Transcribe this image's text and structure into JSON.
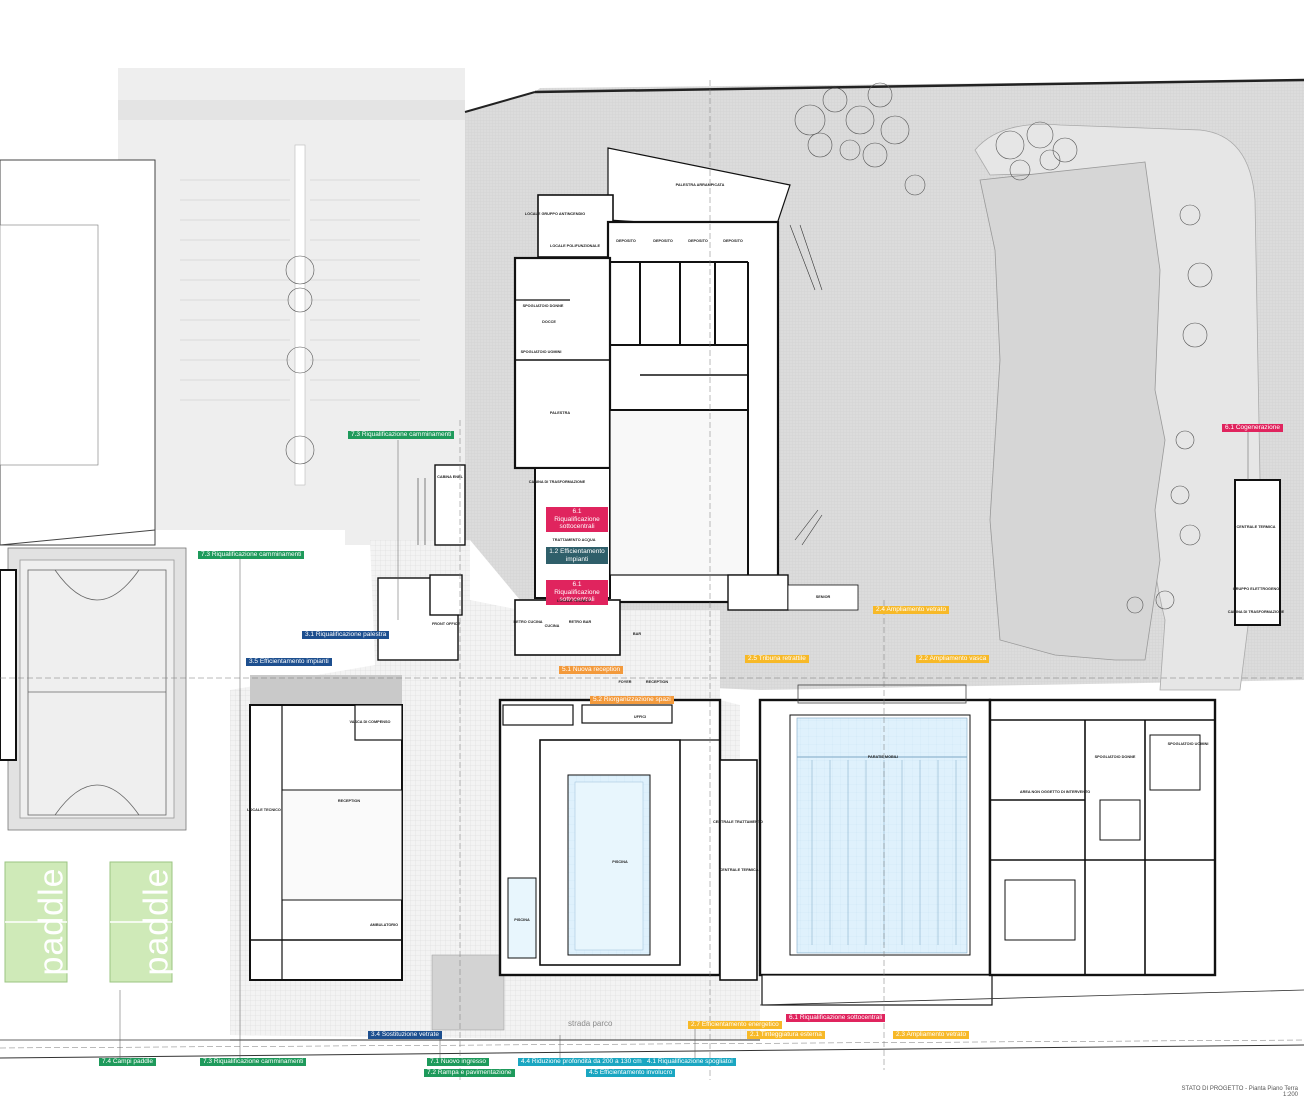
{
  "colors": {
    "green": "#1e9a5b",
    "blue": "#1d4f8f",
    "orange": "#f39a3c",
    "yellow": "#f7b928",
    "magenta": "#e0245e",
    "teal": "#2f5f6a",
    "cyan": "#1aa6c1",
    "pool": "#d9eefb",
    "paddle": "#cfeab8",
    "lot": "#ececec",
    "park": "#d8d8d8"
  },
  "interventions": [
    {
      "id": "7.3a",
      "label": "7.3 Riqualificazione camminamenti",
      "color": "green"
    },
    {
      "id": "7.3b",
      "label": "7.3 Riqualificazione camminamenti",
      "color": "green"
    },
    {
      "id": "3.1",
      "label": "3.1 Riqualificazione palestra",
      "color": "blue"
    },
    {
      "id": "3.5",
      "label": "3.5 Efficientamento impianti",
      "color": "blue"
    },
    {
      "id": "6.1a",
      "label": "6.1 Riqualificazione sottocentrali",
      "color": "magenta"
    },
    {
      "id": "1.2",
      "label": "1.2 Efficientamento impianti",
      "color": "teal"
    },
    {
      "id": "6.1b",
      "label": "6.1 Riqualificazione sottocentrali",
      "color": "magenta"
    },
    {
      "id": "5.1",
      "label": "5.1 Nuova reception",
      "color": "orange"
    },
    {
      "id": "5.2",
      "label": "5.2 Riorganizzazione spazi",
      "color": "orange"
    },
    {
      "id": "2.5",
      "label": "2.5 Tribuna retrattile",
      "color": "yellow"
    },
    {
      "id": "2.4",
      "label": "2.4 Ampliamento vetrato",
      "color": "yellow"
    },
    {
      "id": "2.2",
      "label": "2.2 Ampliamento vasca",
      "color": "yellow"
    },
    {
      "id": "6.1c",
      "label": "6.1 Cogenerazione",
      "color": "magenta"
    },
    {
      "id": "3.4",
      "label": "3.4 Sostituzione vetrate",
      "color": "blue"
    },
    {
      "id": "2.7",
      "label": "2.7 Efficientamento energetico",
      "color": "yellow"
    },
    {
      "id": "2.1",
      "label": "2.1 Tinteggiatura esterna",
      "color": "yellow"
    },
    {
      "id": "6.1d",
      "label": "6.1 Riqualificazione sottocentrali",
      "color": "magenta"
    },
    {
      "id": "2.3",
      "label": "2.3 Ampliamento vetrato",
      "color": "yellow"
    },
    {
      "id": "7.4",
      "label": "7.4 Campi paddle",
      "color": "green"
    },
    {
      "id": "7.3c",
      "label": "7.3 Riqualificazione camminamenti",
      "color": "green"
    },
    {
      "id": "7.1",
      "label": "7.1 Nuovo ingresso",
      "color": "green"
    },
    {
      "id": "7.2",
      "label": "7.2 Rampa e pavimentazione",
      "color": "green"
    },
    {
      "id": "4.4",
      "label": "4.4 Riduzione profondità da 200 a 130 cm",
      "color": "cyan"
    },
    {
      "id": "4.5",
      "label": "4.5 Efficientamento involucro",
      "color": "cyan"
    },
    {
      "id": "4.1",
      "label": "4.1 Riqualificazione spogliatoi",
      "color": "cyan"
    }
  ],
  "rooms": [
    {
      "id": "r1",
      "label": "PALESTRA ARRAMPICATA"
    },
    {
      "id": "r2",
      "label": "LOCALE GRUPPO ANTINCENDIO"
    },
    {
      "id": "r3",
      "label": "LOCALE POLIFUNZIONALE"
    },
    {
      "id": "r4",
      "label": "DEPOSITO"
    },
    {
      "id": "r5",
      "label": "DEPOSITO"
    },
    {
      "id": "r6",
      "label": "DEPOSITO"
    },
    {
      "id": "r7",
      "label": "DEPOSITO"
    },
    {
      "id": "r8",
      "label": "SPOGLIATOIO DONNE"
    },
    {
      "id": "r9",
      "label": "SPOGLIATOIO UOMINI"
    },
    {
      "id": "r10",
      "label": "DOCCE"
    },
    {
      "id": "r11",
      "label": "PALESTRA"
    },
    {
      "id": "r12",
      "label": "CABINA DI TRASFORMAZIONE"
    },
    {
      "id": "r13",
      "label": "TRATTAMENTO ACQUA"
    },
    {
      "id": "r14",
      "label": "LOCALE TECNICO"
    },
    {
      "id": "r15",
      "label": "CUCINA"
    },
    {
      "id": "r16",
      "label": "BAR"
    },
    {
      "id": "r17",
      "label": "FOYER"
    },
    {
      "id": "r18",
      "label": "RECEPTION"
    },
    {
      "id": "r19",
      "label": "UFFICI"
    },
    {
      "id": "r20",
      "label": "RECEPTION"
    },
    {
      "id": "r21",
      "label": "LOCALE TECNICO"
    },
    {
      "id": "r22",
      "label": "AMBULATORIO"
    },
    {
      "id": "r23",
      "label": "PISCINA"
    },
    {
      "id": "r24",
      "label": "PISCINA"
    },
    {
      "id": "r25",
      "label": "CENTRALE TRATTAMENTO"
    },
    {
      "id": "r26",
      "label": "CENTRALE TERMICA"
    },
    {
      "id": "r27",
      "label": "PARATIE MOBILI"
    },
    {
      "id": "r28",
      "label": "CENTRALE TERMICA"
    },
    {
      "id": "r29",
      "label": "GRUPPO ELETTROGENO"
    },
    {
      "id": "r30",
      "label": "CABINA DI TRASFORMAZIONE"
    },
    {
      "id": "r31",
      "label": "AREA NON OGGETTO DI INTERVENTO"
    },
    {
      "id": "r32",
      "label": "SPOGLIATOIO DONNE"
    },
    {
      "id": "r33",
      "label": "SPOGLIATOIO UOMINI"
    },
    {
      "id": "r34",
      "label": "CABINA ENEL"
    },
    {
      "id": "r35",
      "label": "FRONT OFFICE"
    },
    {
      "id": "r36",
      "label": "RETRO CUCINA"
    },
    {
      "id": "r37",
      "label": "RETRO BAR"
    },
    {
      "id": "r38",
      "label": "VASCA DI COMPENSO"
    },
    {
      "id": "r39",
      "label": "SENIOR"
    }
  ],
  "paddle": [
    "paddle",
    "paddle"
  ],
  "road": "strada parco",
  "title_block": {
    "line1": "STATO DI PROGETTO - Pianta Piano Terra",
    "line2": "1:200"
  }
}
